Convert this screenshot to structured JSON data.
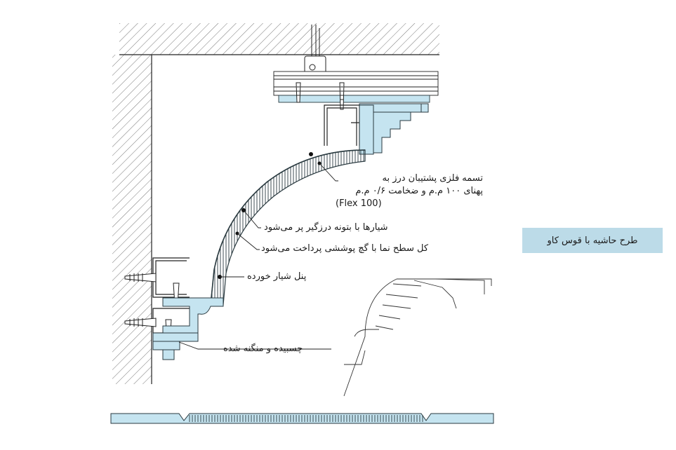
{
  "title": "طرح حاشیه با قوس کاو",
  "labels": {
    "strap_line1": "تسمه فلزی پشتیبان درز به",
    "strap_line2": "پهنای ۱۰۰ م.م و ضخامت ۰/۶ م.م",
    "strap_line3": "(Flex 100)",
    "grooves": "شیارها با بتونه درزگیر پر می‌شود",
    "surface": "کل سطح نما با گچ پوششی پرداخت می‌شود",
    "panel": "پنل شیار خورده",
    "glued": "چسبیده و منگنه شده"
  },
  "colors": {
    "board_fill": "#c5e4f0",
    "board_stroke": "#2a3a40",
    "hatch": "#444444",
    "title_bg": "#bcdbe8"
  }
}
